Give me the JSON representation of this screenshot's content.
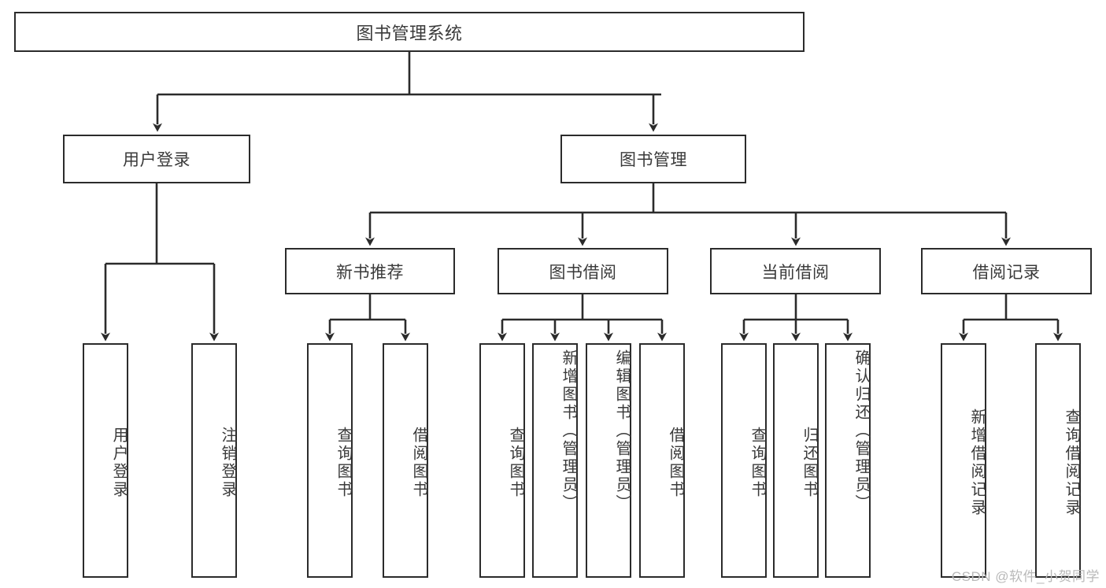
{
  "diagram": {
    "title": "图书管理系统",
    "type": "tree-hierarchy",
    "watermark": "CSDN @软件_小贺同学",
    "colors": {
      "box_border": "#2b2b2b",
      "box_fill": "#ffffff",
      "text": "#3a3a3a",
      "connector": "#2b2b2b",
      "watermark": "#b9b9b9",
      "background": "#ffffff"
    },
    "nodes": {
      "root": {
        "label": "图书管理系统"
      },
      "level2": [
        {
          "label": "用户登录"
        },
        {
          "label": "图书管理"
        }
      ],
      "level3": [
        {
          "label": "新书推荐"
        },
        {
          "label": "图书借阅"
        },
        {
          "label": "当前借阅"
        },
        {
          "label": "借阅记录"
        }
      ],
      "leaves_user_login": [
        {
          "label": "用户登录"
        },
        {
          "label": "注销登录"
        }
      ],
      "leaves_new_book": [
        {
          "label": "查询图书"
        },
        {
          "label": "借阅图书"
        }
      ],
      "leaves_borrow": [
        {
          "label": "查询图书"
        },
        {
          "label": "新增图书（管理员）"
        },
        {
          "label": "编辑图书（管理员）"
        },
        {
          "label": "借阅图书"
        }
      ],
      "leaves_current": [
        {
          "label": "查询图书"
        },
        {
          "label": "归还图书"
        },
        {
          "label": "确认归还（管理员）"
        }
      ],
      "leaves_record": [
        {
          "label": "新增借阅记录"
        },
        {
          "label": "查询借阅记录"
        }
      ]
    }
  }
}
